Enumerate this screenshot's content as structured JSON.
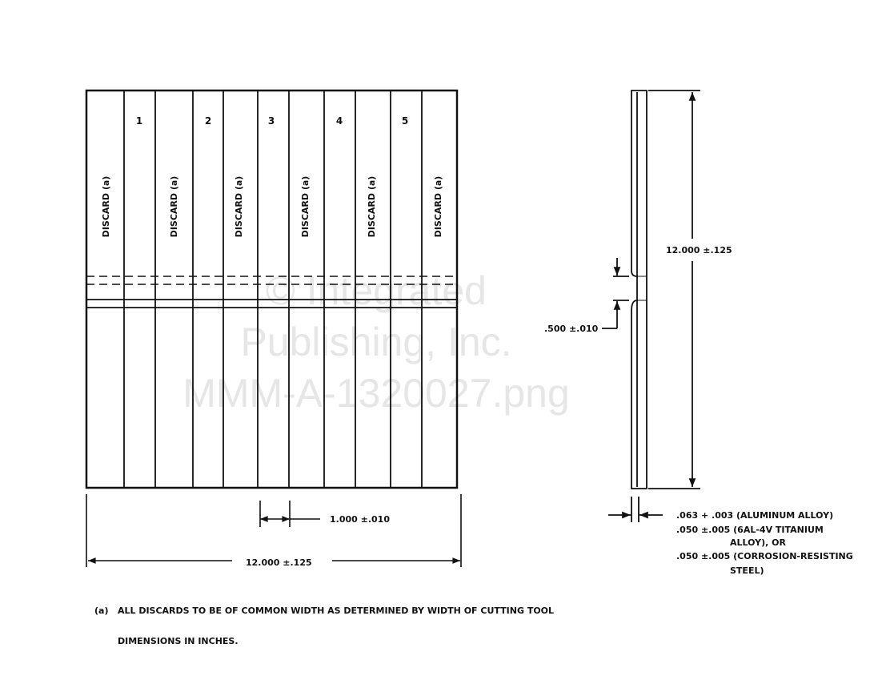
{
  "watermark": {
    "line1": "© Integrated",
    "line2": "Publishing, Inc.",
    "line3": "MMM-A-1320027.png"
  },
  "panel": {
    "specimen_numbers": [
      "1",
      "2",
      "3",
      "4",
      "5"
    ],
    "discard_labels": [
      "DISCARD (a)",
      "DISCARD (a)",
      "DISCARD (a)",
      "DISCARD (a)",
      "DISCARD (a)",
      "DISCARD (a)"
    ]
  },
  "dimensions": {
    "specimen_width": "1.000 ±.010",
    "overall_width": "12.000 ±.125",
    "overall_height": "12.000 ±.125",
    "notch_width": ".500 ±.010",
    "thickness": [
      ".063 + .003 (ALUMINUM ALLOY)",
      ".050 ±.005 (6AL-4V TITANIUM",
      "ALLOY), OR",
      ".050 ±.005 (CORROSION-RESISTING",
      "STEEL)"
    ]
  },
  "notes": {
    "footnote": "(a)   ALL DISCARDS TO BE OF COMMON WIDTH AS DETERMINED BY WIDTH OF CUTTING TOOL",
    "units": "DIMENSIONS IN INCHES."
  }
}
